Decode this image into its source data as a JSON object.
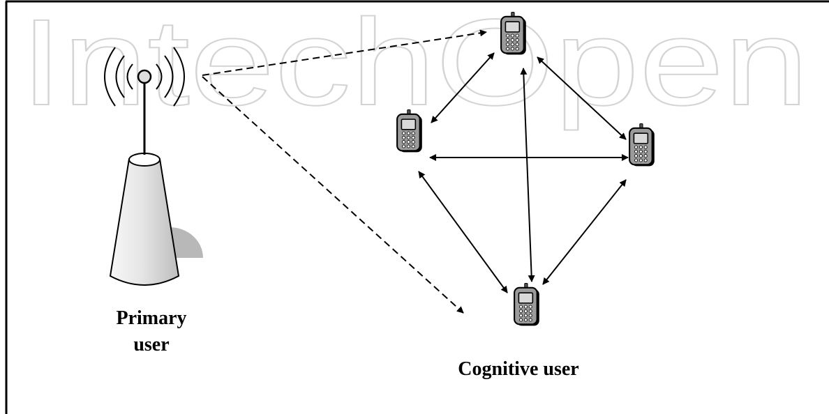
{
  "watermark": {
    "text": "IntechOpen",
    "color": "#d4d4d4"
  },
  "labels": {
    "primary_user_line1": "Primary",
    "primary_user_line2": "user",
    "cognitive_user": "Cognitive user"
  },
  "colors": {
    "frame": "#000000",
    "arrow": "#000000",
    "tower_body": "#e6e6e6",
    "tower_shadow": "#b0b0b0",
    "phone_body": "#8a8a8a",
    "phone_screen": "#d9d9d9",
    "phone_keys": "#f2f2f2"
  },
  "icons": {
    "primary_user": "antenna-tower-icon",
    "cognitive_user": "mobile-phone-icon"
  }
}
